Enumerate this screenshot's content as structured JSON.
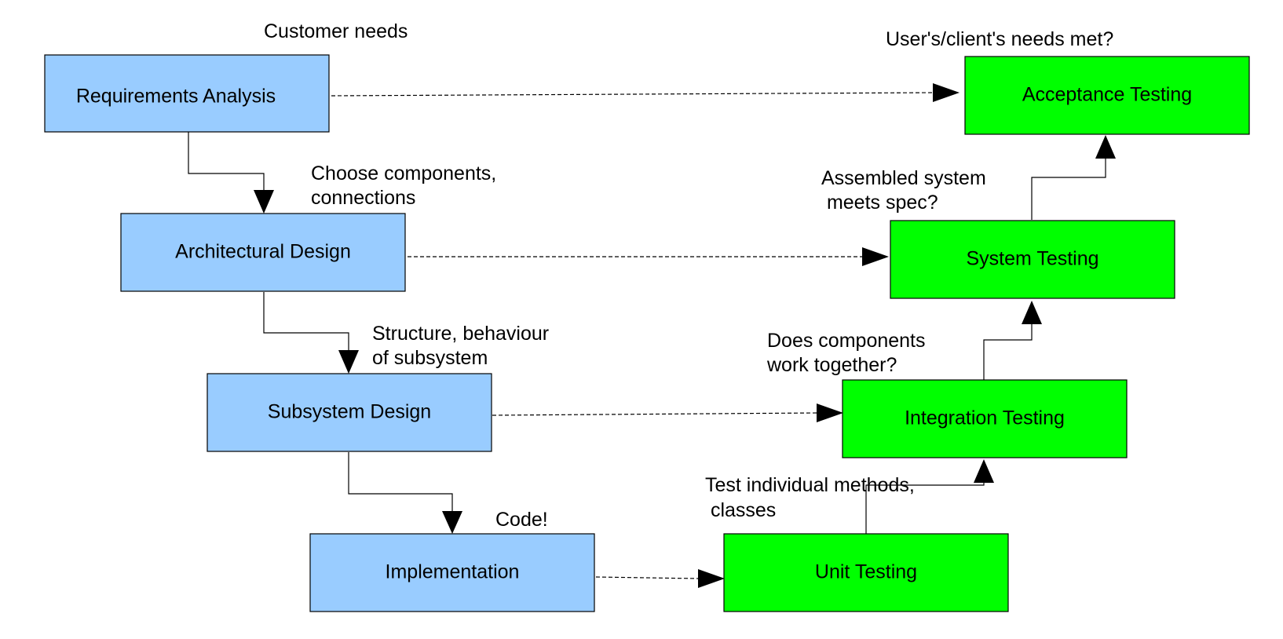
{
  "colors": {
    "design_fill": "#99ccff",
    "testing_fill": "#00ff00",
    "line": "#000000",
    "background": "#ffffff"
  },
  "boxes": {
    "requirements": "Requirements Analysis",
    "architectural": "Architectural Design",
    "subsystem": "Subsystem Design",
    "implementation": "Implementation",
    "unit_testing": "Unit Testing",
    "integration_testing": "Integration Testing",
    "system_testing": "System Testing",
    "acceptance_testing": "Acceptance Testing"
  },
  "notes": {
    "customer_needs": "Customer needs",
    "choose_components": [
      "Choose components,",
      "connections"
    ],
    "structure_behaviour": [
      "Structure, behaviour",
      "of subsystem"
    ],
    "code": "Code!",
    "test_individual": [
      "Test individual methods,",
      " classes"
    ],
    "components_together": [
      "Does components",
      "work together?"
    ],
    "assembled_system": [
      "Assembled system",
      " meets spec?"
    ],
    "client_needs_met": "User's/client's needs met?"
  }
}
